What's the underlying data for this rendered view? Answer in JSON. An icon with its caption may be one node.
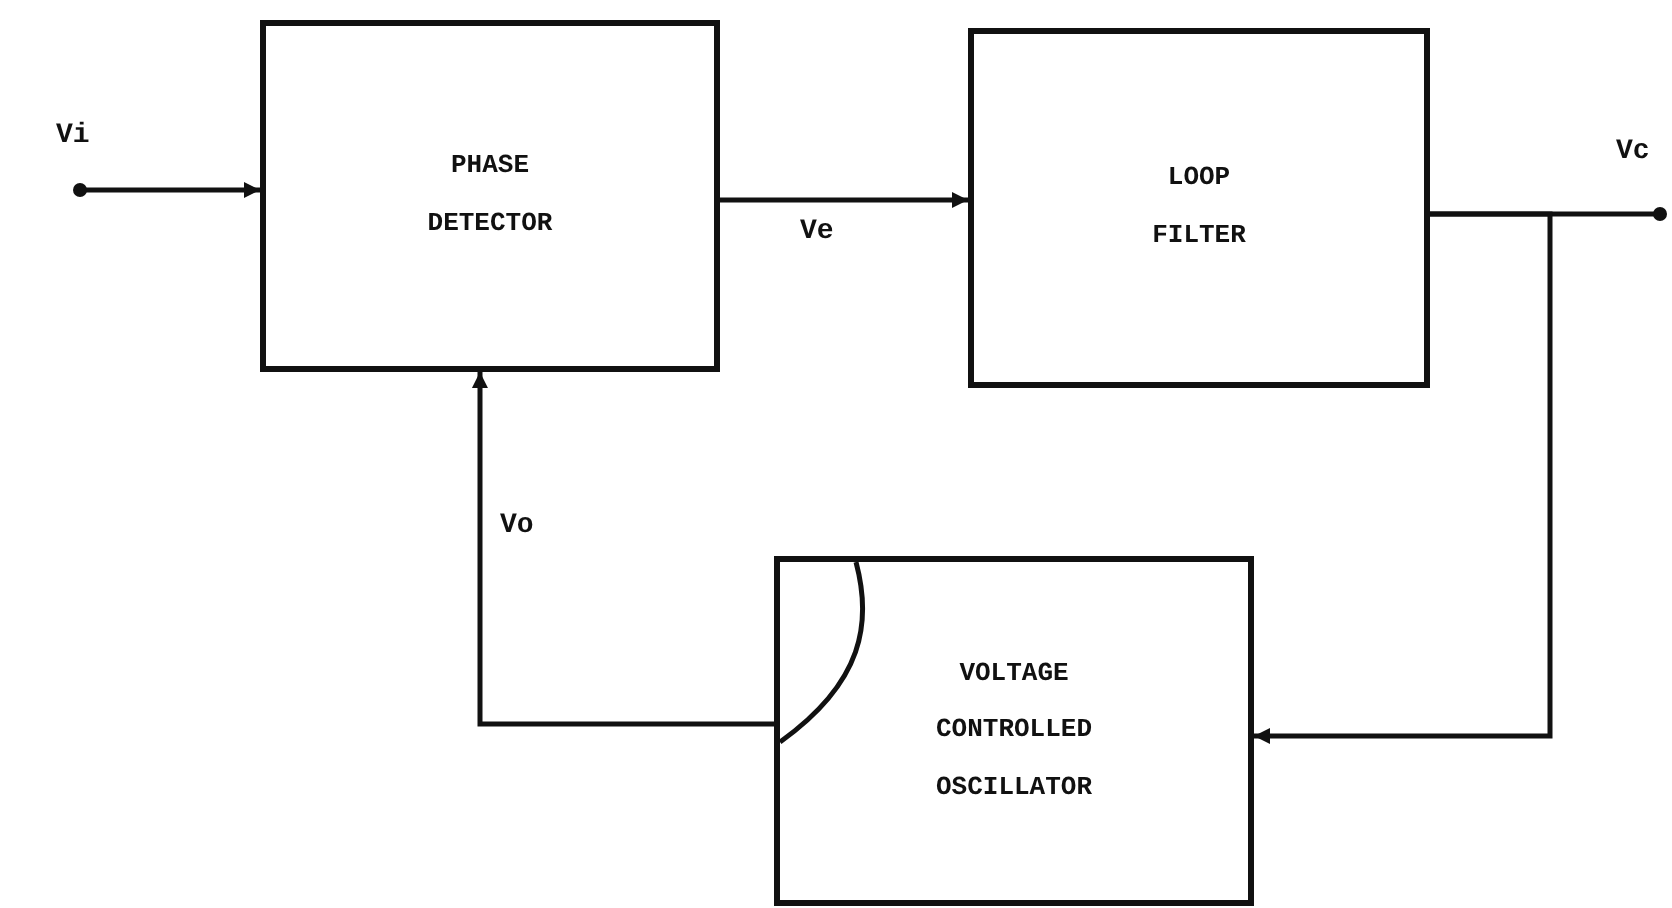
{
  "diagram": {
    "nodes": [
      {
        "text": [
          "PHASE DETECTOR"
        ]
      },
      {
        "text": [
          "LOOP FILTER"
        ]
      },
      {
        "text": [
          "VOLTAGE CONTROLLED OSCILLATOR"
        ]
      }
    ],
    "edges": [
      {
        "from": null,
        "to": 0,
        "arrow": "to"
      },
      {
        "from": 0,
        "to": 1,
        "arrow": "to",
        "label": "Ve"
      },
      {
        "from": 1,
        "to": null,
        "arrow": "other"
      },
      {
        "from": 1,
        "to": 2,
        "arrow": "to"
      },
      {
        "from": 2,
        "to": 0,
        "arrow": "to",
        "label": "Vo"
      }
    ],
    "labels": [
      "Vi",
      "Vc"
    ]
  }
}
